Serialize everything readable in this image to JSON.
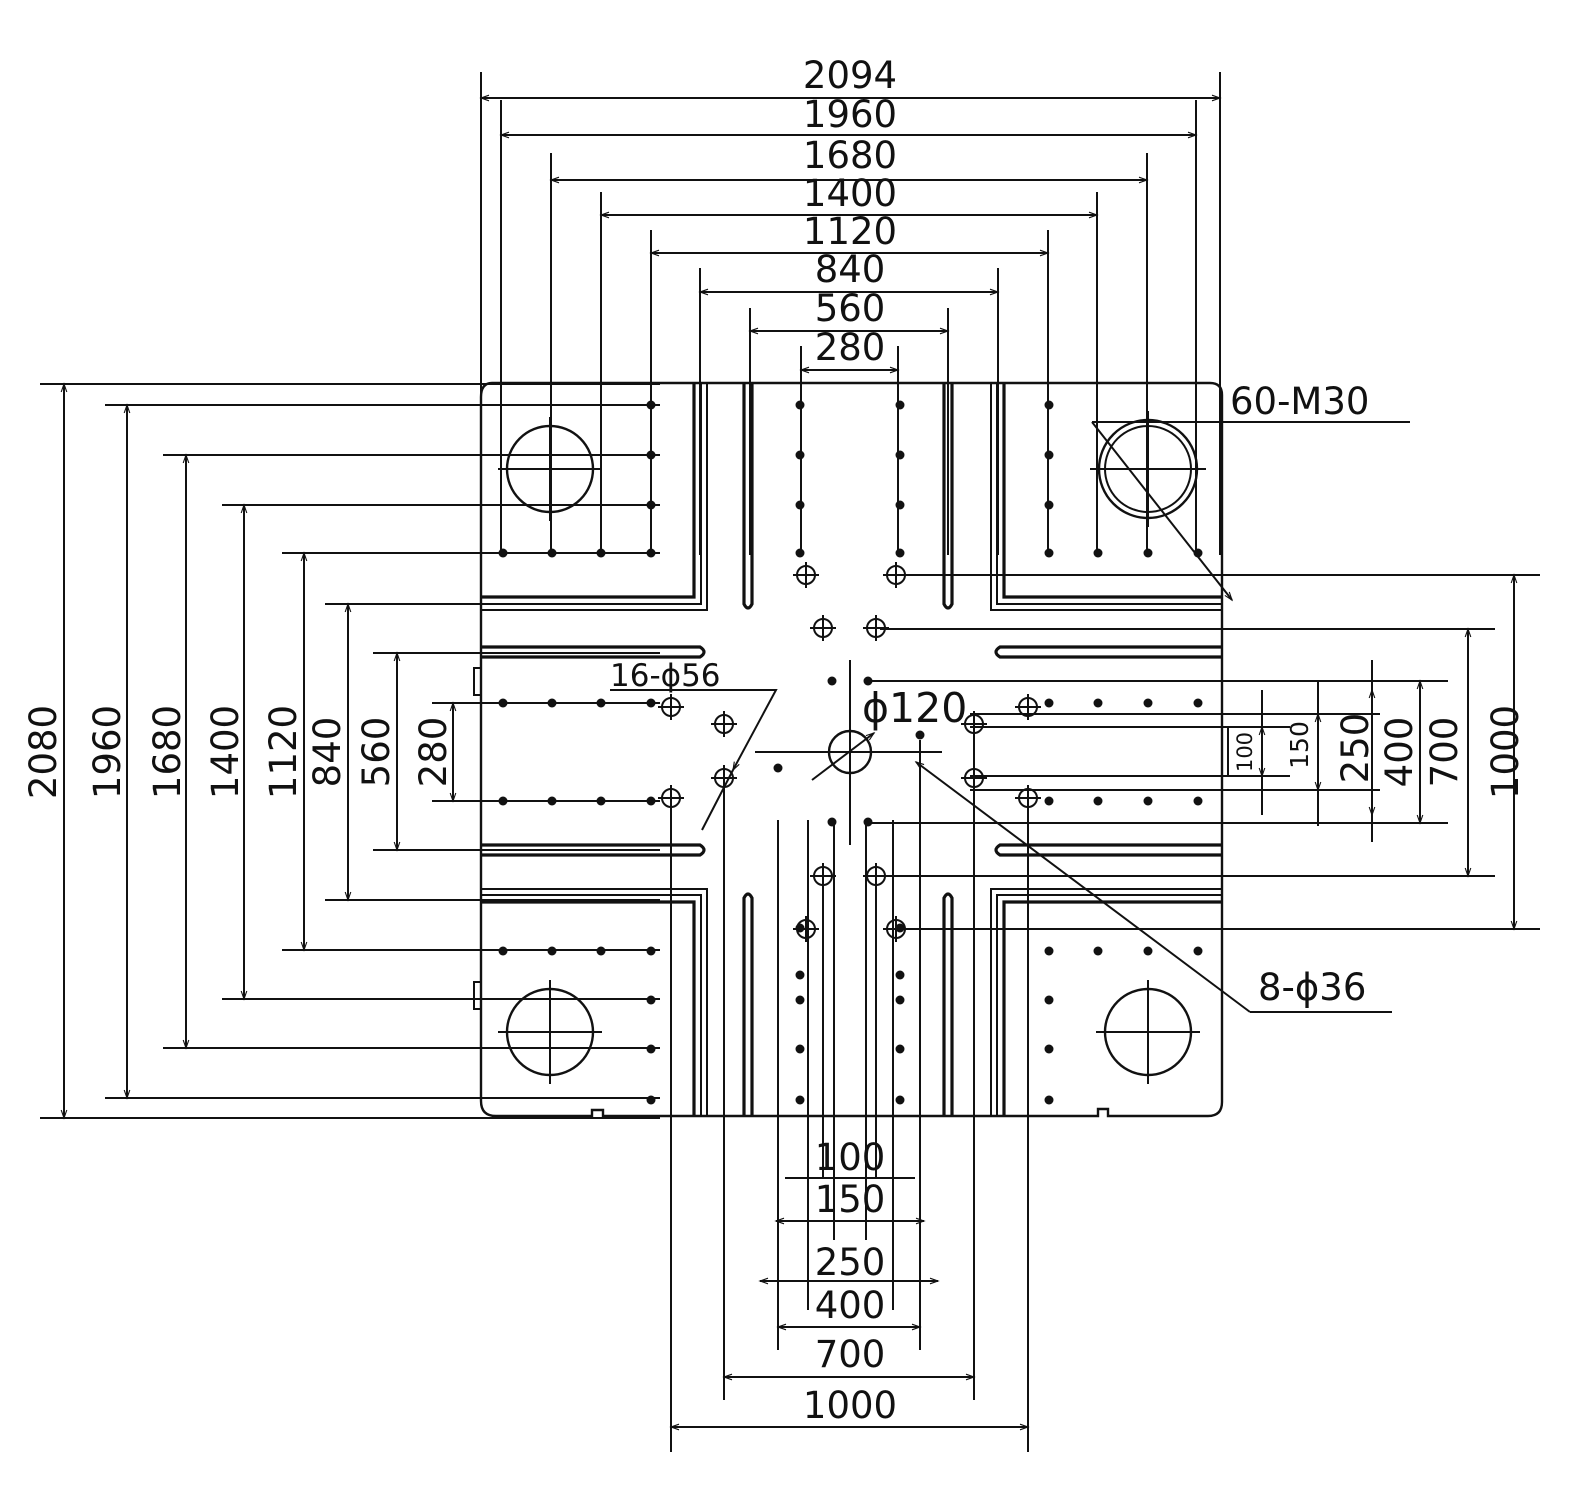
{
  "top_dimensions": [
    "2094",
    "1960",
    "1680",
    "1400",
    "1120",
    "840",
    "560",
    "280"
  ],
  "left_dimensions": [
    "2080",
    "1960",
    "1680",
    "1400",
    "1120",
    "840",
    "560",
    "280"
  ],
  "right_dimensions": [
    "100",
    "150",
    "250",
    "400",
    "700",
    "1000"
  ],
  "bottom_dimensions": [
    "100",
    "150",
    "250",
    "400",
    "700",
    "1000"
  ],
  "callouts": {
    "tapped_holes": "60-M30",
    "center_bore": "ϕ120",
    "small_holes": "16-ϕ56",
    "tie_holes": "8-ϕ36"
  }
}
